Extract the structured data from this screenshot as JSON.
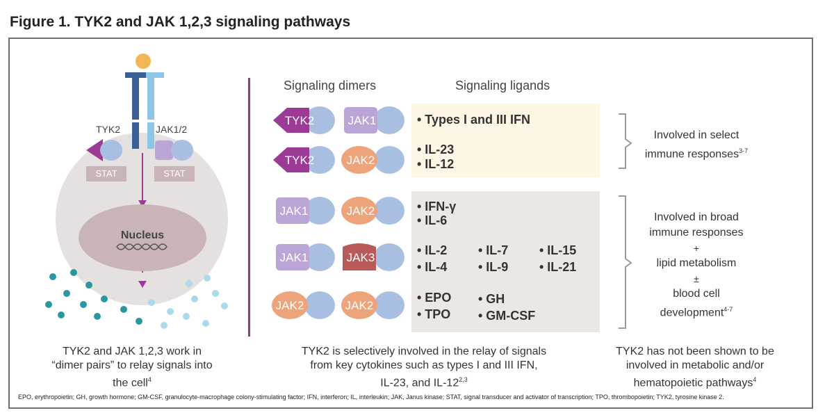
{
  "title": "Figure 1. TYK2 and JAK 1,2,3 signaling pathways",
  "left": {
    "tyk2_label": "TYK2",
    "jak12_label": "JAK1/2",
    "stat_left": "STAT",
    "stat_right": "STAT",
    "nucleus": "Nucleus",
    "caption_l1": "TYK2 and JAK 1,2,3 work in",
    "caption_l2": "“dimer pairs” to relay signals into",
    "caption_l3": "the cell",
    "caption_ref": "4"
  },
  "headers": {
    "dimers": "Signaling dimers",
    "ligands": "Signaling ligands"
  },
  "rows": [
    {
      "a": "TYK2",
      "b": "JAK1",
      "ligands": [
        "• Types I and III IFN"
      ]
    },
    {
      "a": "TYK2",
      "b": "JAK2",
      "ligands": [
        "• IL-23",
        "• IL-12"
      ]
    },
    {
      "a": "JAK1",
      "b": "JAK2",
      "ligands": [
        "• IFN-γ",
        "• IL-6"
      ]
    },
    {
      "a": "JAK1",
      "b": "JAK3",
      "ligands": [
        "• IL-2",
        "• IL-4",
        "• IL-7",
        "• IL-9",
        "• IL-15",
        "• IL-21"
      ]
    },
    {
      "a": "JAK2",
      "b": "JAK2",
      "ligands": [
        "• EPO",
        "• TPO",
        "• GH",
        "• GM-CSF"
      ]
    }
  ],
  "right": {
    "select_l1": "Involved in select",
    "select_l2": "immune responses",
    "select_ref": "3-7",
    "broad_l1": "Involved in broad",
    "broad_l2": "immune responses",
    "plus": "+",
    "broad_l3": "lipid metabolism",
    "plusminus": "±",
    "broad_l4": "blood cell",
    "broad_l5": "development",
    "broad_ref": "4-7"
  },
  "captions": {
    "middle_l1": "TYK2 is selectively involved in the relay of signals",
    "middle_l2": "from key cytokines such as types I and III IFN,",
    "middle_l3": "IL-23, and IL-12",
    "middle_ref": "2,3",
    "right_l1": "TYK2 has not been shown to be",
    "right_l2": "involved in metabolic and/or",
    "right_l3": "hematopoietic pathways",
    "right_ref": "4"
  },
  "footnote": "EPO, erythropoietin; GH, growth hormone; GM-CSF, granulocyte-macrophage colony-stimulating factor; IFN, interferon; IL, interleukin; JAK, Janus kinase; STAT, signal transducer and activator of transcription; TPO, thrombopoietin; TYK2, tyrosine kinase 2.",
  "colors": {
    "tyk2": "#9b3b96",
    "jak1": "#bba4d6",
    "jak2": "#eda47a",
    "jak3": "#b85a5a",
    "partner": "#a9bfe2",
    "divider": "#8e3b8e",
    "yellow_panel": "#fdf6e4",
    "gray_panel": "#ece7e5",
    "dots_teal": "#2a97a0",
    "dots_light": "#a9dbe8"
  }
}
